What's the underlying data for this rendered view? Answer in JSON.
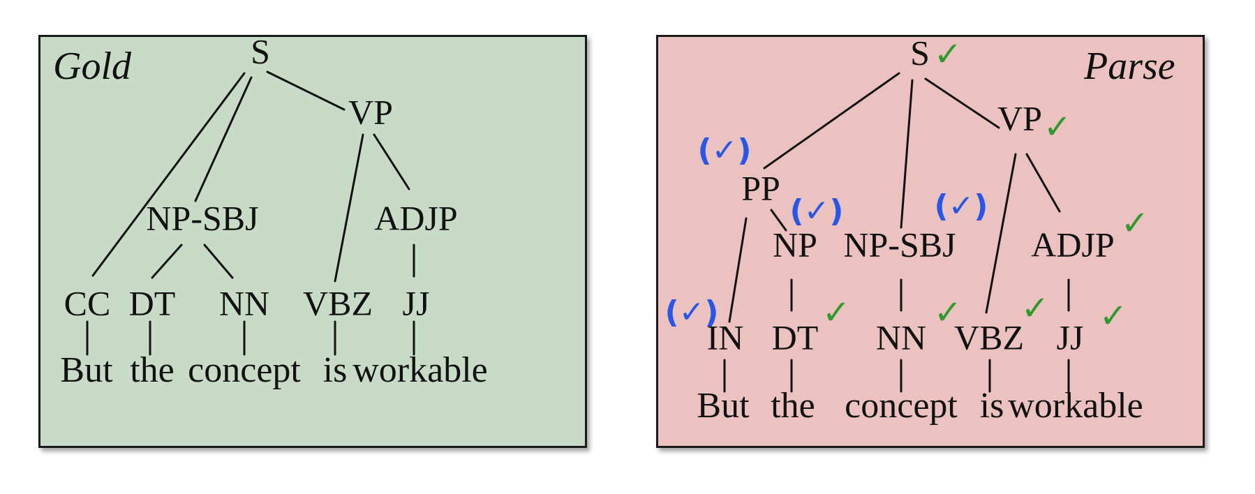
{
  "gold": {
    "title": "Gold",
    "nodes": {
      "s": "S",
      "vp": "VP",
      "np_sbj": "NP-SBJ",
      "adjp": "ADJP",
      "cc": "CC",
      "dt": "DT",
      "nn": "NN",
      "vbz": "VBZ",
      "jj": "JJ"
    },
    "words": [
      "But",
      "the",
      "concept",
      "is",
      "workable"
    ]
  },
  "parse": {
    "title": "Parse",
    "nodes": {
      "s": "S",
      "pp": "PP",
      "vp": "VP",
      "np": "NP",
      "np_sbj": "NP-SBJ",
      "adjp": "ADJP",
      "in": "IN",
      "dt": "DT",
      "nn": "NN",
      "vbz": "VBZ",
      "jj": "JJ"
    },
    "words": [
      "But",
      "the",
      "concept",
      "is",
      "workable"
    ],
    "marks": {
      "check": "✓",
      "partial": "(✓)",
      "check_color": "#2e9a2e",
      "partial_color": "#2657e8"
    }
  },
  "colors": {
    "gold_bg": "#c7dbc7",
    "parse_bg": "#ebc2c0",
    "border": "#1a1a1a"
  }
}
